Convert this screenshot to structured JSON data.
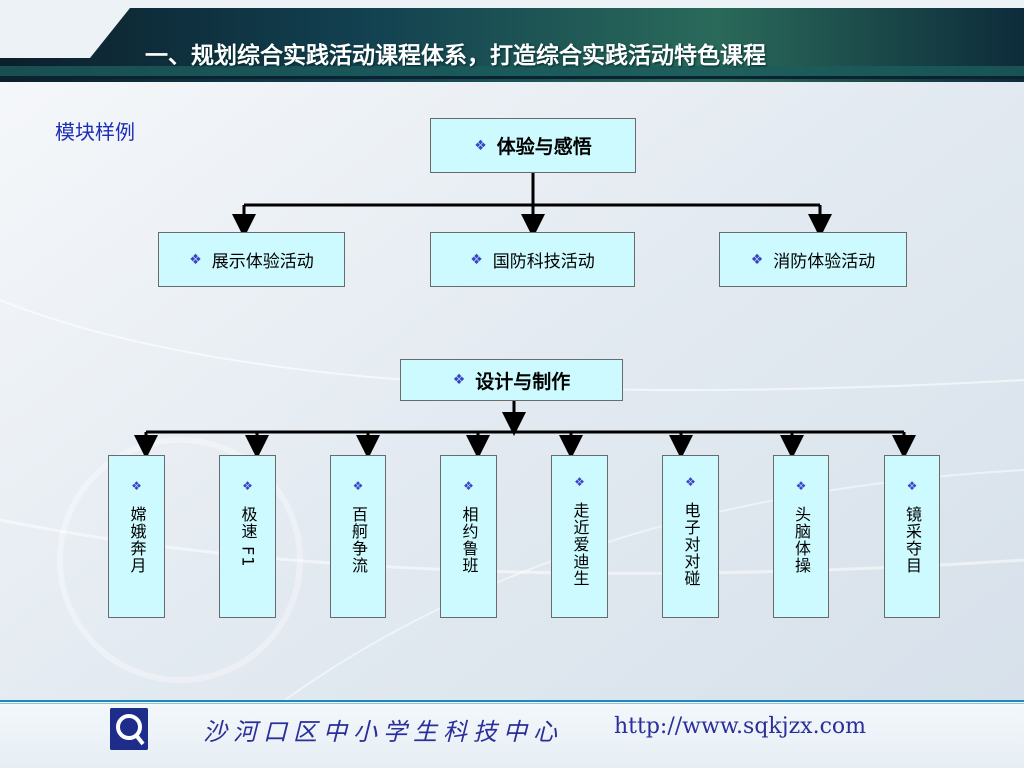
{
  "header": {
    "title": "一、规划综合实践活动课程体系，打造综合实践活动特色课程"
  },
  "module_label": "模块样例",
  "group1": {
    "root": "体验与感悟",
    "children": [
      "展示体验活动",
      "国防科技活动",
      "消防体验活动"
    ]
  },
  "group2": {
    "root": "设计与制作",
    "children": [
      "嫦娥奔月",
      "极速 F1",
      "百舸争流",
      "相约鲁班",
      "走近爱迪生",
      "电子对对碰",
      "头脑体操",
      "镜采夺目"
    ]
  },
  "footer": {
    "org": "沙河口区中小学生科技中心",
    "url": "http://www.sqkjzx.com"
  },
  "icons": {
    "bullet": "diamond-bullet-icon",
    "logo": "search-logo-icon"
  },
  "colors": {
    "box_fill": "#ccfaff",
    "accent": "#1c2fb4",
    "header_dark": "#0a2a3a"
  }
}
